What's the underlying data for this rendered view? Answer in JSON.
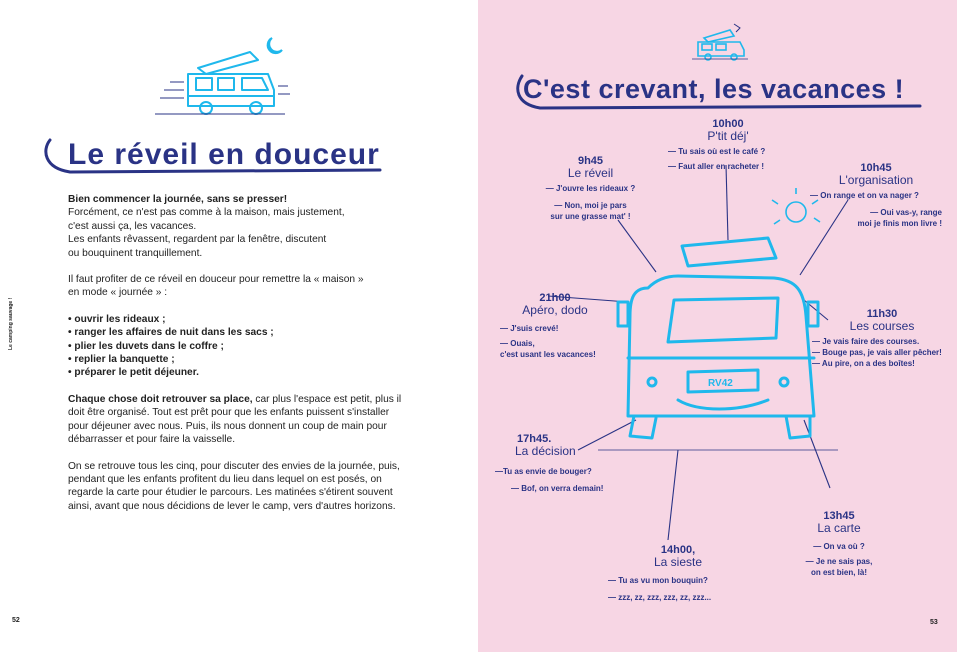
{
  "left_page": {
    "side_label": "Le camping sauvage !",
    "title": "Le réveil en douceur",
    "paragraphs": {
      "p1_bold": "Bien commencer la journée, sans se presser!",
      "p1_lines": [
        "Forcément, ce n'est pas comme à la maison, mais justement,",
        "c'est aussi ça, les vacances.",
        "Les enfants rêvassent, regardent par la fenêtre, discutent",
        "ou bouquinent tranquillement."
      ],
      "p2_lines": [
        "Il faut profiter de ce réveil en douceur pour remettre la « maison »",
        "en mode « journée » :"
      ],
      "list": [
        "• ouvrir les rideaux ;",
        "• ranger les affaires de nuit dans les sacs ;",
        "• plier les duvets dans le coffre ;",
        "• replier la banquette ;",
        "• préparer le petit déjeuner."
      ],
      "p3_bold": "Chaque chose doit retrouver sa place,",
      "p3_rest": " car plus l'espace est petit, plus il doit être organisé. Tout est prêt pour que les enfants puissent s'installer pour déjeuner avec nous. Puis, ils nous donnent un coup de main pour débarrasser et pour faire la vaisselle.",
      "p4": "On se retrouve tous les cinq, pour discuter des envies de la journée, puis, pendant que les enfants profitent du lieu dans lequel on est posés, on regarde la carte pour étudier le parcours. Les matinées s'étirent souvent ainsi, avant que nous décidions de lever le camp, vers d'autres horizons."
    },
    "page_number": "52"
  },
  "right_page": {
    "title": "C'est crevant, les vacances !",
    "page_number": "53",
    "plate": "RV42",
    "events": {
      "e0945": {
        "time": "9h45",
        "event": "Le réveil",
        "lines": [
          "— J'ouvre les rideaux ?",
          "— Non, moi je pars",
          "sur une grasse mat' !"
        ]
      },
      "e1000": {
        "time": "10h00",
        "event": "P'tit déj'",
        "lines": [
          "— Tu sais où est le café ?",
          "— Faut aller en racheter !"
        ]
      },
      "e1045": {
        "time": "10h45",
        "event": "L'organisation",
        "lines": [
          "— On range et on va nager ?",
          "— Oui vas-y, range",
          "moi je finis mon livre !"
        ]
      },
      "e2100": {
        "time": "21h00",
        "event": "Apéro, dodo",
        "lines": [
          "— J'suis crevé!",
          "— Ouais,",
          "c'est usant les vacances!"
        ]
      },
      "e1130": {
        "time": "11h30",
        "event": "Les courses",
        "lines": [
          "— Je vais faire des courses.",
          "— Bouge pas, je vais aller pêcher!",
          "— Au pire, on a des boîtes!"
        ]
      },
      "e1745": {
        "time": "17h45.",
        "event": "La décision",
        "lines": [
          "—Tu as envie de bouger?",
          "— Bof, on verra demain!"
        ]
      },
      "e1345": {
        "time": "13h45",
        "event": "La carte",
        "lines": [
          "— On va où ?",
          "— Je ne sais pas,",
          "on est bien, là!"
        ]
      },
      "e1400": {
        "time": "14h00,",
        "event": "La sieste",
        "lines": [
          "— Tu as vu mon bouquin?",
          "— zzz, zz, zzz, zzz, zz, zzz..."
        ]
      }
    },
    "colors": {
      "ink": "#2a3385",
      "cyan": "#1fb8ec",
      "pink": "#f7d6e4"
    }
  }
}
